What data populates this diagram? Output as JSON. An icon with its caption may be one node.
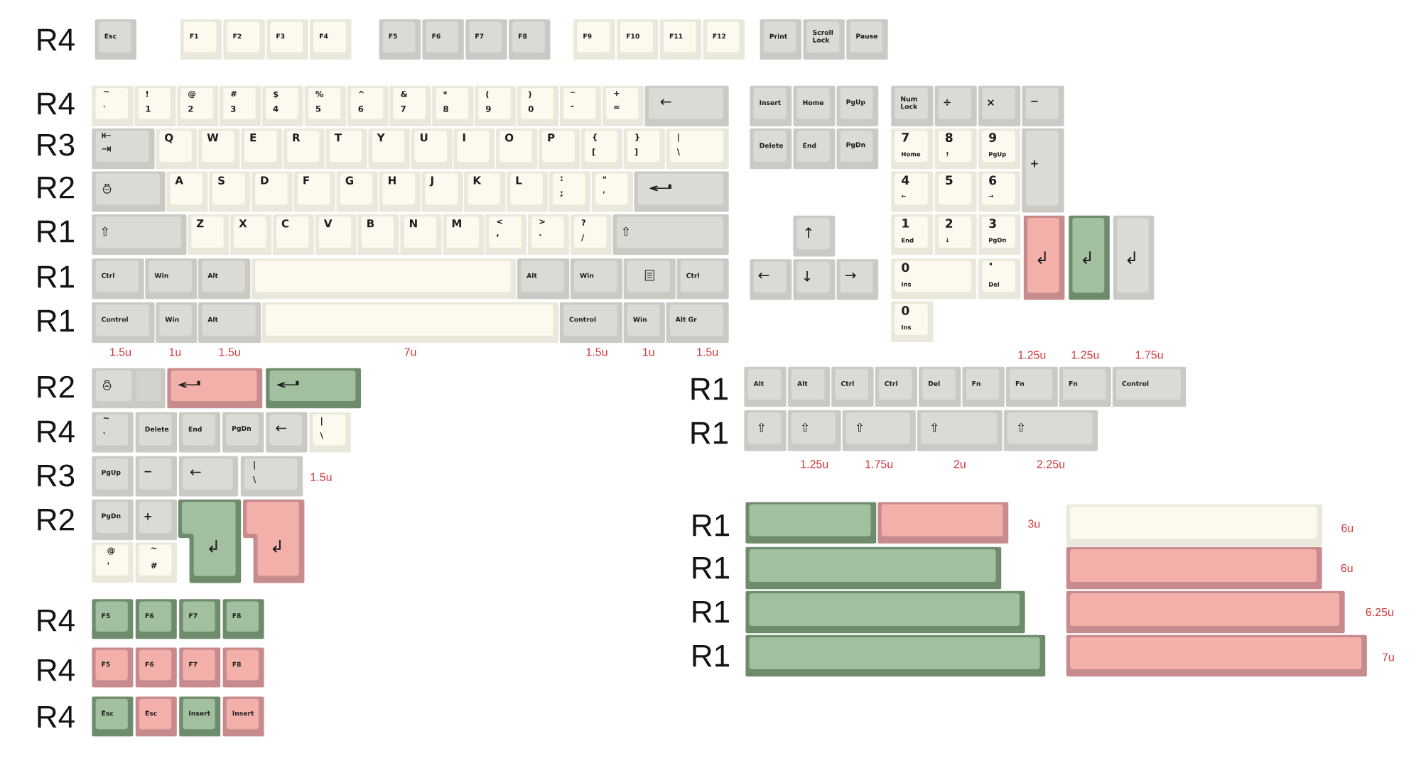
{
  "diagram": {
    "nodes": [
      {
        "text": [
          "Esc"
        ]
      },
      {
        "text": [
          "F1"
        ]
      },
      {
        "text": [
          "F2"
        ]
      },
      {
        "text": [
          "F3"
        ]
      },
      {
        "text": [
          "F4"
        ]
      },
      {
        "text": [
          "F5"
        ]
      },
      {
        "text": [
          "F6"
        ]
      },
      {
        "text": [
          "F7"
        ]
      },
      {
        "text": [
          "F8"
        ]
      },
      {
        "text": [
          "F9"
        ]
      },
      {
        "text": [
          "F10"
        ]
      },
      {
        "text": [
          "F11"
        ]
      },
      {
        "text": [
          "F12"
        ]
      },
      {
        "text": [
          "Print"
        ]
      },
      {
        "text": [
          "Scroll Lock"
        ]
      },
      {
        "text": [
          "Pause"
        ]
      },
      {
        "text": [
          "~",
          "`"
        ]
      },
      {
        "text": [
          "!",
          "1"
        ]
      },
      {
        "text": [
          "@",
          "2"
        ]
      },
      {
        "text": [
          "#",
          "3"
        ]
      },
      {
        "text": [
          "$",
          "4"
        ]
      },
      {
        "text": [
          "%",
          "5"
        ]
      },
      {
        "text": [
          "^",
          "6"
        ]
      },
      {
        "text": [
          "&",
          "7"
        ]
      },
      {
        "text": [
          "*",
          "8"
        ]
      },
      {
        "text": [
          "(",
          "9"
        ]
      },
      {
        "text": [
          ")",
          "0"
        ]
      },
      {
        "text": [
          "_",
          "-"
        ]
      },
      {
        "text": [
          "+",
          "="
        ]
      },
      {
        "text": [
          "←"
        ]
      },
      {
        "text": [
          "⇤",
          "⇥"
        ]
      },
      {
        "text": [
          "Q"
        ]
      },
      {
        "text": [
          "W"
        ]
      },
      {
        "text": [
          "E"
        ]
      },
      {
        "text": [
          "R"
        ]
      },
      {
        "text": [
          "T"
        ]
      },
      {
        "text": [
          "Y"
        ]
      },
      {
        "text": [
          "U"
        ]
      },
      {
        "text": [
          "I"
        ]
      },
      {
        "text": [
          "O"
        ]
      },
      {
        "text": [
          "P"
        ]
      },
      {
        "text": [
          "{",
          "["
        ]
      },
      {
        "text": [
          "}",
          "]"
        ]
      },
      {
        "text": [
          "|",
          "\\"
        ]
      },
      {
        "text": [],
        "shape": "box"
      },
      {
        "text": [
          "A"
        ]
      },
      {
        "text": [
          "S"
        ]
      },
      {
        "text": [
          "D"
        ]
      },
      {
        "text": [
          "F"
        ]
      },
      {
        "text": [
          "G"
        ]
      },
      {
        "text": [
          "H"
        ]
      },
      {
        "text": [
          "J"
        ]
      },
      {
        "text": [
          "K"
        ]
      },
      {
        "text": [
          "L"
        ]
      },
      {
        "text": [
          ":",
          ";"
        ]
      },
      {
        "text": [
          "\"",
          "'"
        ]
      },
      {
        "text": [
          "↵"
        ]
      },
      {
        "text": [
          "⇧"
        ]
      },
      {
        "text": [
          "Z"
        ]
      },
      {
        "text": [
          "X"
        ]
      },
      {
        "text": [
          "C"
        ]
      },
      {
        "text": [
          "V"
        ]
      },
      {
        "text": [
          "B"
        ]
      },
      {
        "text": [
          "N"
        ]
      },
      {
        "text": [
          "M"
        ]
      },
      {
        "text": [
          "<",
          ","
        ]
      },
      {
        "text": [
          ">",
          "."
        ]
      },
      {
        "text": [
          "?",
          "/"
        ]
      },
      {
        "text": [
          "⇧"
        ]
      },
      {
        "text": [
          "Ctrl"
        ]
      },
      {
        "text": [
          "Win"
        ]
      },
      {
        "text": [
          "Alt"
        ]
      },
      {
        "text": [],
        "shape": "box"
      },
      {
        "text": [
          "Alt"
        ]
      },
      {
        "text": [
          "Win"
        ]
      },
      {
        "text": [],
        "shape": "box"
      },
      {
        "text": [
          "Ctrl"
        ]
      },
      {
        "text": [
          "Control"
        ],
        "beside": [
          "1.5u"
        ]
      },
      {
        "text": [
          "Win"
        ],
        "beside": [
          "1u"
        ]
      },
      {
        "text": [
          "Alt"
        ],
        "beside": [
          "1.5u"
        ]
      },
      {
        "text": [],
        "shape": "box",
        "beside": [
          "7u"
        ]
      },
      {
        "text": [
          "Control"
        ],
        "beside": [
          "1.5u"
        ]
      },
      {
        "text": [
          "Win"
        ],
        "beside": [
          "1u"
        ]
      },
      {
        "text": [
          "Alt Gr"
        ],
        "beside": [
          "1.5u"
        ]
      },
      {
        "text": [
          "Insert"
        ]
      },
      {
        "text": [
          "Home"
        ]
      },
      {
        "text": [
          "PgUp"
        ]
      },
      {
        "text": [
          "Delete"
        ]
      },
      {
        "text": [
          "End"
        ]
      },
      {
        "text": [
          "PgDn"
        ]
      },
      {
        "text": [
          "↑"
        ]
      },
      {
        "text": [
          "←"
        ]
      },
      {
        "text": [
          "↓"
        ]
      },
      {
        "text": [
          "→"
        ]
      },
      {
        "text": [
          "Num Lock"
        ]
      },
      {
        "text": [
          "÷"
        ]
      },
      {
        "text": [
          "×"
        ]
      },
      {
        "text": [
          "−"
        ]
      },
      {
        "text": [
          "7",
          "Home"
        ]
      },
      {
        "text": [
          "8",
          "↑"
        ]
      },
      {
        "text": [
          "9",
          "PgUp"
        ]
      },
      {
        "text": [
          "+"
        ]
      },
      {
        "text": [
          "4",
          "←"
        ]
      },
      {
        "text": [
          "5"
        ]
      },
      {
        "text": [
          "6",
          "→"
        ]
      },
      {
        "text": [
          "1",
          "End"
        ]
      },
      {
        "text": [
          "2",
          "↓"
        ]
      },
      {
        "text": [
          "3",
          "PgDn"
        ]
      },
      {
        "text": [
          "↲"
        ]
      },
      {
        "text": [
          "↲"
        ]
      },
      {
        "text": [
          "↲"
        ]
      },
      {
        "text": [
          "0",
          "Ins"
        ]
      },
      {
        "text": [
          ".",
          "Del"
        ]
      },
      {
        "text": [
          "0",
          "Ins"
        ]
      },
      {
        "text": [],
        "shape": "box"
      },
      {
        "text": [
          "↵"
        ]
      },
      {
        "text": [
          "↵"
        ]
      },
      {
        "text": [
          "~",
          "`"
        ]
      },
      {
        "text": [
          "Delete"
        ]
      },
      {
        "text": [
          "End"
        ]
      },
      {
        "text": [
          "PgDn"
        ]
      },
      {
        "text": [
          "←"
        ]
      },
      {
        "text": [
          "|",
          "\\"
        ]
      },
      {
        "text": [
          "PgUp"
        ]
      },
      {
        "text": [
          "−"
        ]
      },
      {
        "text": [
          "←"
        ]
      },
      {
        "text": [
          "|",
          "\\"
        ],
        "beside": [
          "1.5u"
        ]
      },
      {
        "text": [
          "PgDn"
        ]
      },
      {
        "text": [
          "+"
        ]
      },
      {
        "text": [
          "↲"
        ]
      },
      {
        "text": [
          "↲"
        ]
      },
      {
        "text": [
          "@",
          "'"
        ]
      },
      {
        "text": [
          "~",
          "#"
        ]
      },
      {
        "text": [
          "F5"
        ]
      },
      {
        "text": [
          "F6"
        ]
      },
      {
        "text": [
          "F7"
        ]
      },
      {
        "text": [
          "F8"
        ]
      },
      {
        "text": [
          "F5"
        ]
      },
      {
        "text": [
          "F6"
        ]
      },
      {
        "text": [
          "F7"
        ]
      },
      {
        "text": [
          "F8"
        ]
      },
      {
        "text": [
          "Esc"
        ]
      },
      {
        "text": [
          "Esc"
        ]
      },
      {
        "text": [
          "Insert"
        ]
      },
      {
        "text": [
          "Insert"
        ]
      },
      {
        "text": [
          "Alt"
        ]
      },
      {
        "text": [
          "Alt"
        ]
      },
      {
        "text": [
          "Ctrl"
        ]
      },
      {
        "text": [
          "Ctrl"
        ]
      },
      {
        "text": [
          "Del"
        ]
      },
      {
        "text": [
          "Fn"
        ]
      },
      {
        "text": [
          "Fn"
        ],
        "beside": [
          "1.25u"
        ]
      },
      {
        "text": [
          "Fn"
        ],
        "beside": [
          "1.25u"
        ]
      },
      {
        "text": [
          "Control"
        ],
        "beside": [
          "1.75u"
        ]
      },
      {
        "text": [
          "⇧"
        ]
      },
      {
        "text": [
          "⇧"
        ],
        "beside": [
          "1.25u"
        ]
      },
      {
        "text": [
          "⇧"
        ],
        "beside": [
          "1.75u"
        ]
      },
      {
        "text": [
          "⇧"
        ],
        "beside": [
          "2u"
        ]
      },
      {
        "text": [
          "⇧"
        ],
        "beside": [
          "2.25u"
        ]
      },
      {
        "text": [],
        "shape": "box"
      },
      {
        "text": [],
        "shape": "box",
        "beside": [
          "3u"
        ]
      },
      {
        "text": [],
        "shape": "box",
        "beside": [
          "6u"
        ]
      },
      {
        "text": [],
        "shape": "box"
      },
      {
        "text": [],
        "shape": "box",
        "beside": [
          "6u"
        ]
      },
      {
        "text": [],
        "shape": "box"
      },
      {
        "text": [],
        "shape": "box",
        "beside": [
          "6.25u"
        ]
      },
      {
        "text": [],
        "shape": "box"
      },
      {
        "text": [],
        "shape": "box",
        "beside": [
          "7u"
        ]
      }
    ],
    "labels": [
      "R4",
      "R4",
      "R3",
      "R2",
      "R1",
      "R1",
      "R1",
      "R2",
      "R4",
      "R3",
      "R2",
      "R4",
      "R4",
      "R4",
      "R1",
      "R1",
      "R1",
      "R1",
      "R1",
      "R1"
    ]
  }
}
